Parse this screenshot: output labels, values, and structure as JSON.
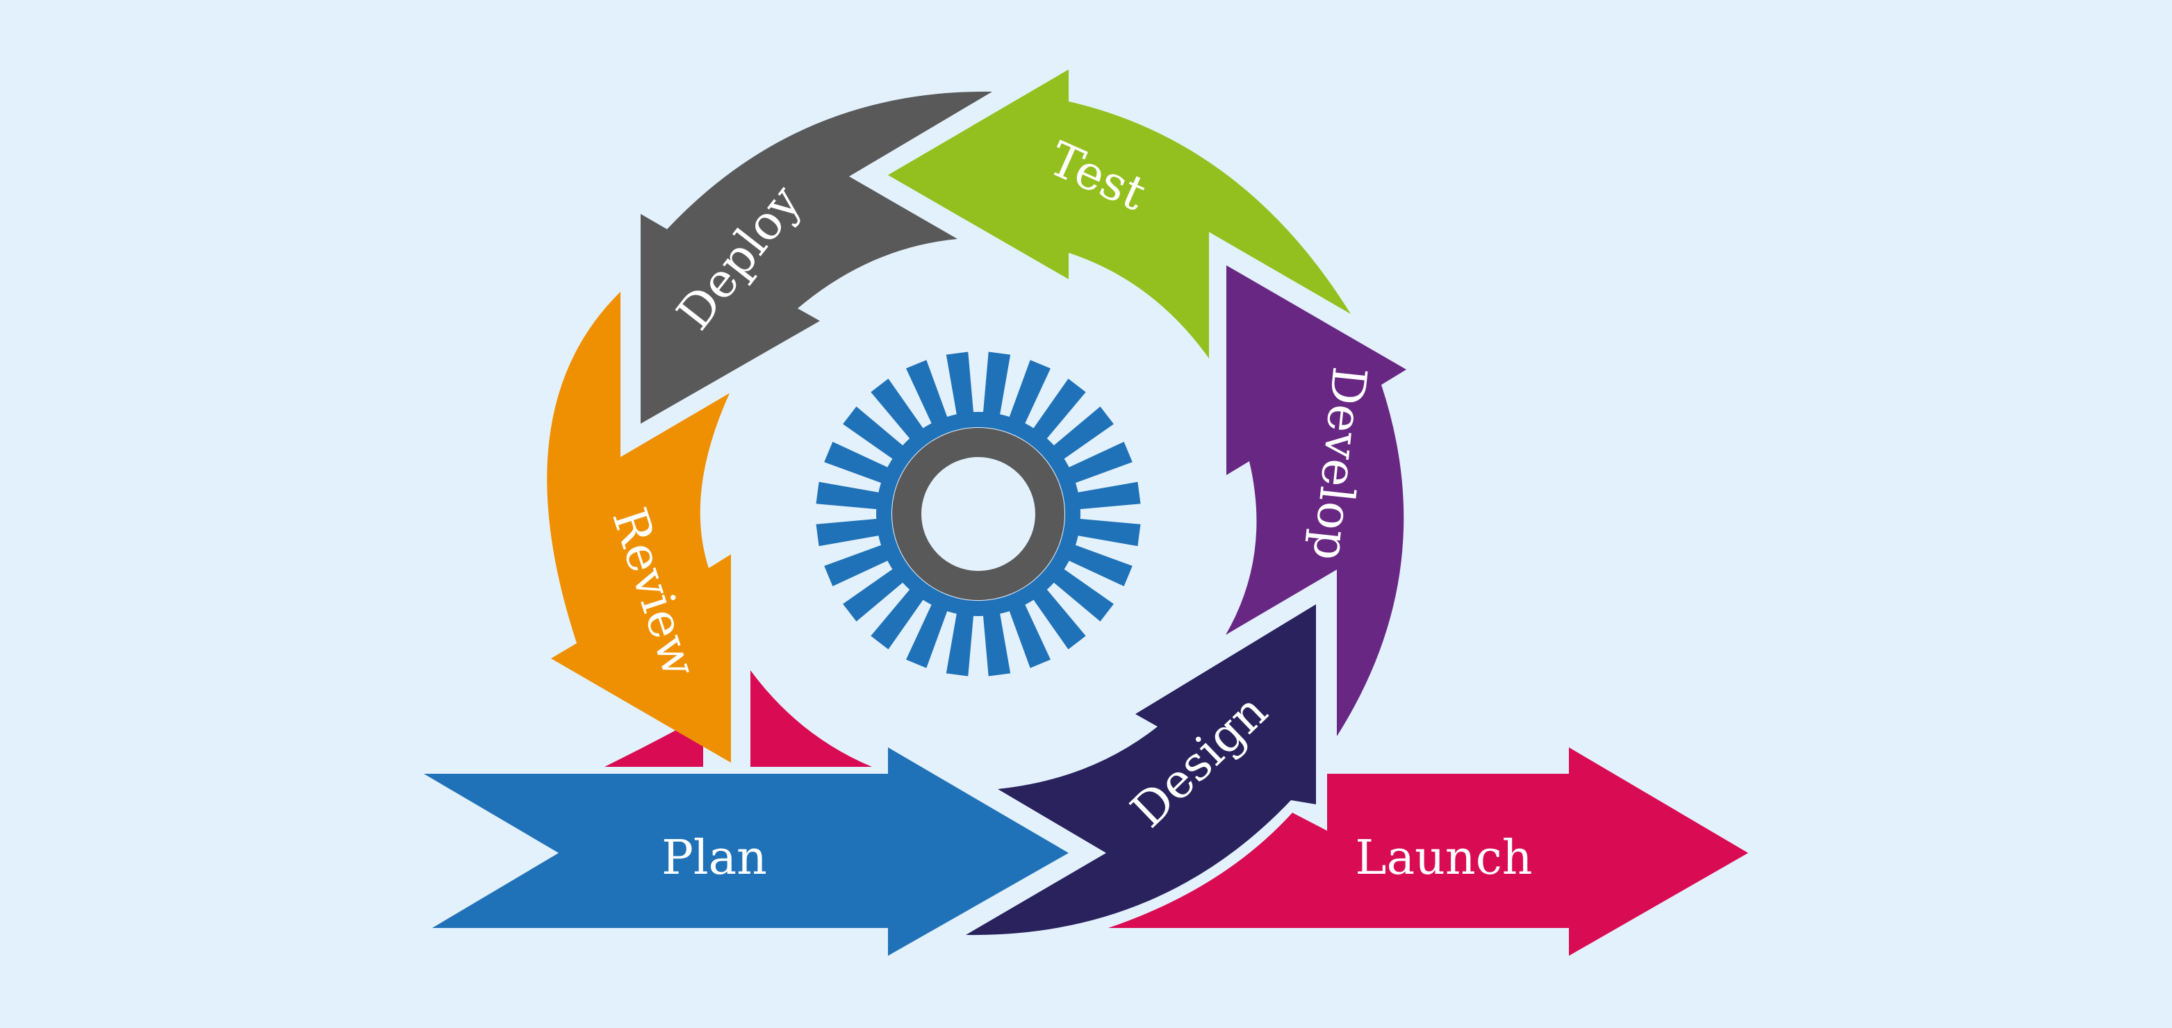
{
  "diagram": {
    "stages": [
      {
        "key": "plan",
        "label": "Plan",
        "color": "#2072b8"
      },
      {
        "key": "design",
        "label": "Design",
        "color": "#29225d"
      },
      {
        "key": "develop",
        "label": "Develop",
        "color": "#682783"
      },
      {
        "key": "test",
        "label": "Test",
        "color": "#93c01f"
      },
      {
        "key": "deploy",
        "label": "Deploy",
        "color": "#595959"
      },
      {
        "key": "review",
        "label": "Review",
        "color": "#ef9002"
      },
      {
        "key": "launch",
        "label": "Launch",
        "color": "#d90b52"
      }
    ],
    "gear": {
      "tooth_color": "#2072b8",
      "ring_color": "#595959",
      "hub_color": "#e3f1fc",
      "teeth": 24
    },
    "background": "#e3f1fc"
  }
}
